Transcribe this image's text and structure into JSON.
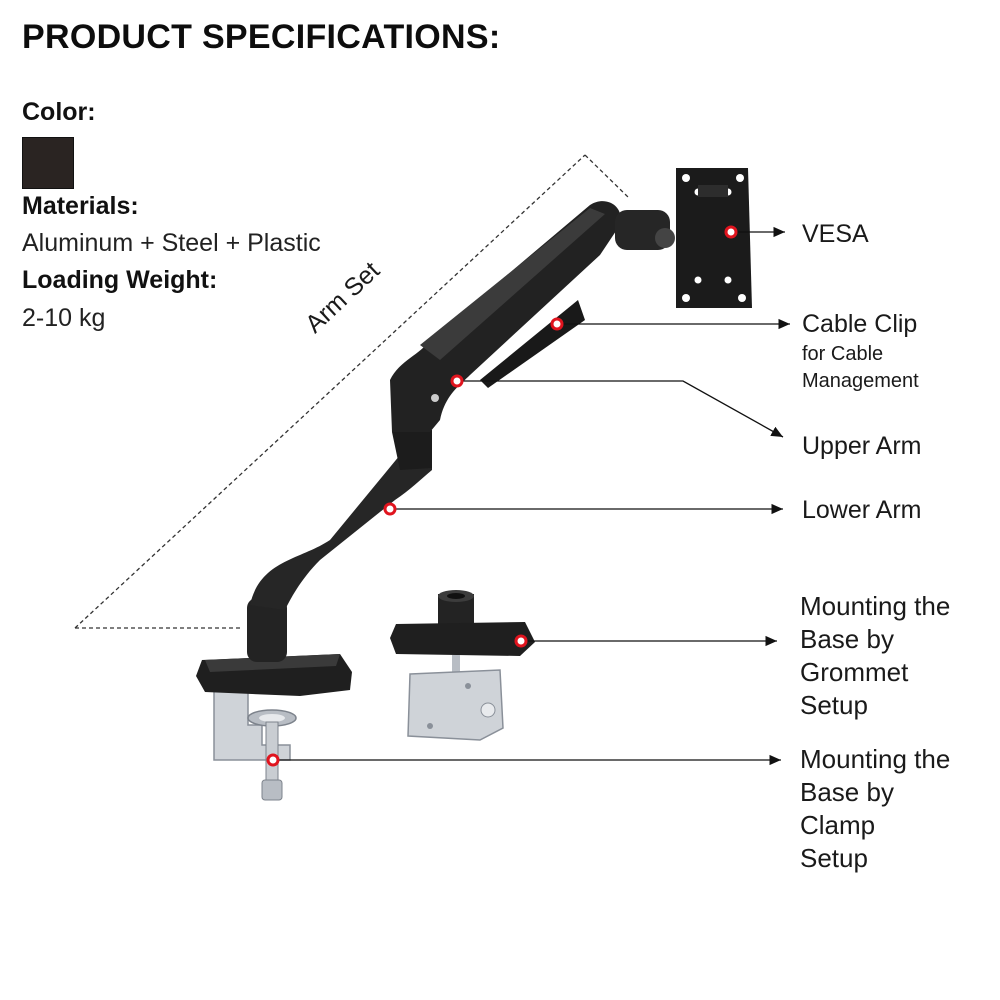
{
  "title": "PRODUCT SPECIFICATIONS:",
  "specs": {
    "color_label": "Color:",
    "color_value": "#2a2422",
    "materials_label": "Materials:",
    "materials_value": "Aluminum + Steel + Plastic",
    "weight_label": "Loading Weight:",
    "weight_value": "2-10 kg"
  },
  "arm_set_label": "Arm Set",
  "callouts": {
    "vesa": "VESA",
    "cable_clip": "Cable Clip",
    "cable_clip_sub1": "for Cable",
    "cable_clip_sub2": "Management",
    "upper_arm": "Upper Arm",
    "lower_arm": "Lower Arm",
    "grommet": [
      "Mounting the",
      "Base by",
      "Grommet",
      "Setup"
    ],
    "clamp": [
      "Mounting the",
      "Base by",
      "Clamp",
      "Setup"
    ]
  },
  "colors": {
    "accent": "#e0141e",
    "arm": "#1f1f1f",
    "steel": "#cfd3d8"
  },
  "icons": [
    "monitor-arm-illustration",
    "vesa-plate-icon",
    "clamp-bracket-icon",
    "grommet-bracket-icon"
  ]
}
